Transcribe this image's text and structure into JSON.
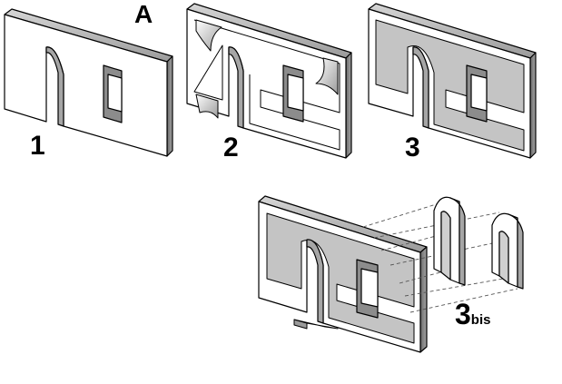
{
  "figure": {
    "title": "A",
    "panels": [
      {
        "id": "1",
        "label": "1"
      },
      {
        "id": "2",
        "label": "2"
      },
      {
        "id": "3",
        "label": "3"
      },
      {
        "id": "3bis",
        "label": "3",
        "label_sub": "bis"
      }
    ]
  },
  "colors": {
    "outline": "#000000",
    "wall_face": "#ffffff",
    "wall_top": "#bdbdbd",
    "wall_side": "#808080",
    "shaded_panel": "#c4c4c4",
    "dashed_lines": "#555555",
    "background": "#ffffff"
  }
}
